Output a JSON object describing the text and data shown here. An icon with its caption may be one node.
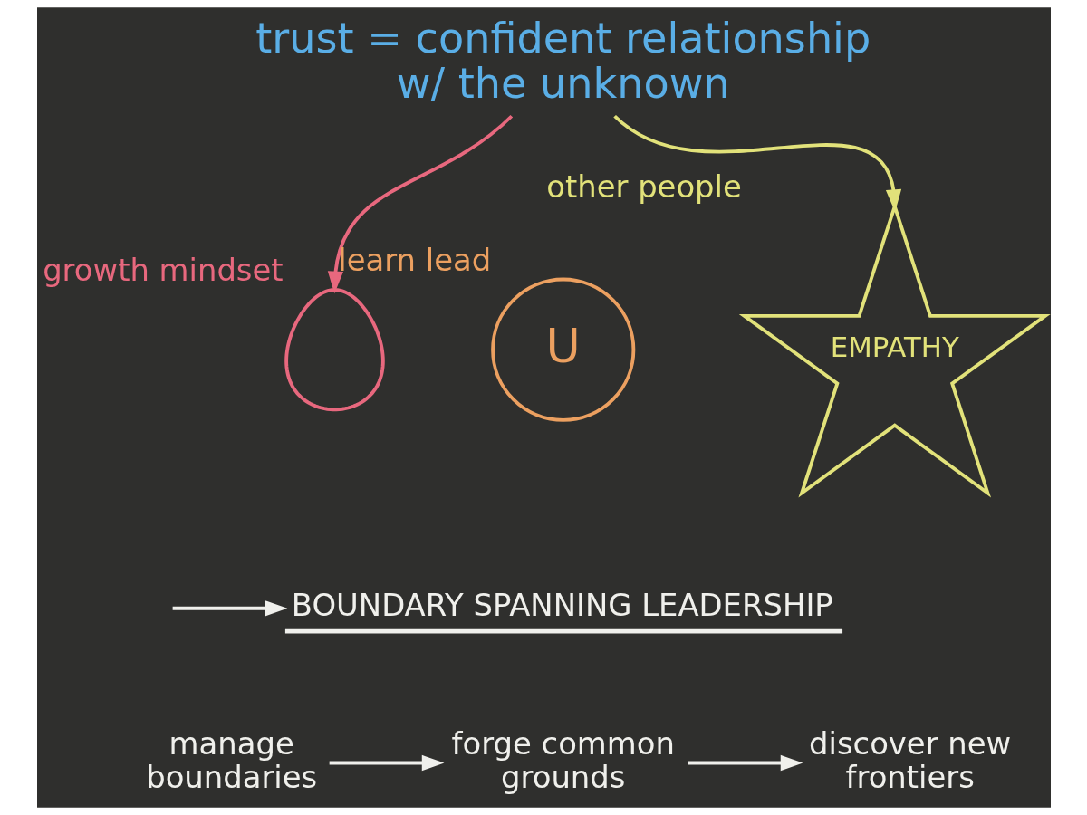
{
  "diagram": {
    "nodes": [
      {
        "text": [
          "trust = confident relationship w/ the unknown"
        ]
      },
      {
        "text": [
          "growth mindset"
        ]
      },
      {
        "text": [
          "learn lead",
          "U"
        ]
      },
      {
        "text": [
          "other people",
          "EMPATHY"
        ]
      },
      {
        "text": [
          "BOUNDARY SPANNING LEADERSHIP"
        ]
      },
      {
        "text": [
          "manage boundaries"
        ]
      },
      {
        "text": [
          "forge common grounds"
        ]
      },
      {
        "text": [
          "discover new frontiers"
        ]
      }
    ],
    "edges": [
      {
        "from": 0,
        "to": 1,
        "arrow": "to",
        "color": "#e8687e"
      },
      {
        "from": 0,
        "to": 3,
        "arrow": "to",
        "color": "#e2e27a"
      },
      {
        "from": null,
        "to": 4,
        "arrow": "to"
      },
      {
        "from": 5,
        "to": 6,
        "arrow": "to"
      },
      {
        "from": 6,
        "to": 7,
        "arrow": "to"
      }
    ]
  }
}
